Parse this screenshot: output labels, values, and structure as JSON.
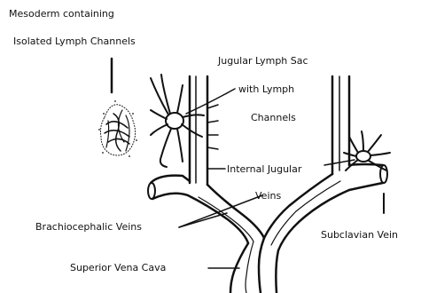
{
  "caption": {
    "line1": "Mesoderm containing",
    "line2": "Isolated Lymph Channels"
  },
  "labels": {
    "jugular_sac_1": "Jugular Lymph Sac",
    "jugular_sac_2": "with Lymph",
    "jugular_sac_3": "Channels",
    "internal_jugular_1": "Internal Jugular",
    "internal_jugular_2": "Veins",
    "brachiocephalic": "Brachiocephalic Veins",
    "subclavian": "Subclavian Vein",
    "superior_vena_cava": "Superior Vena Cava"
  }
}
